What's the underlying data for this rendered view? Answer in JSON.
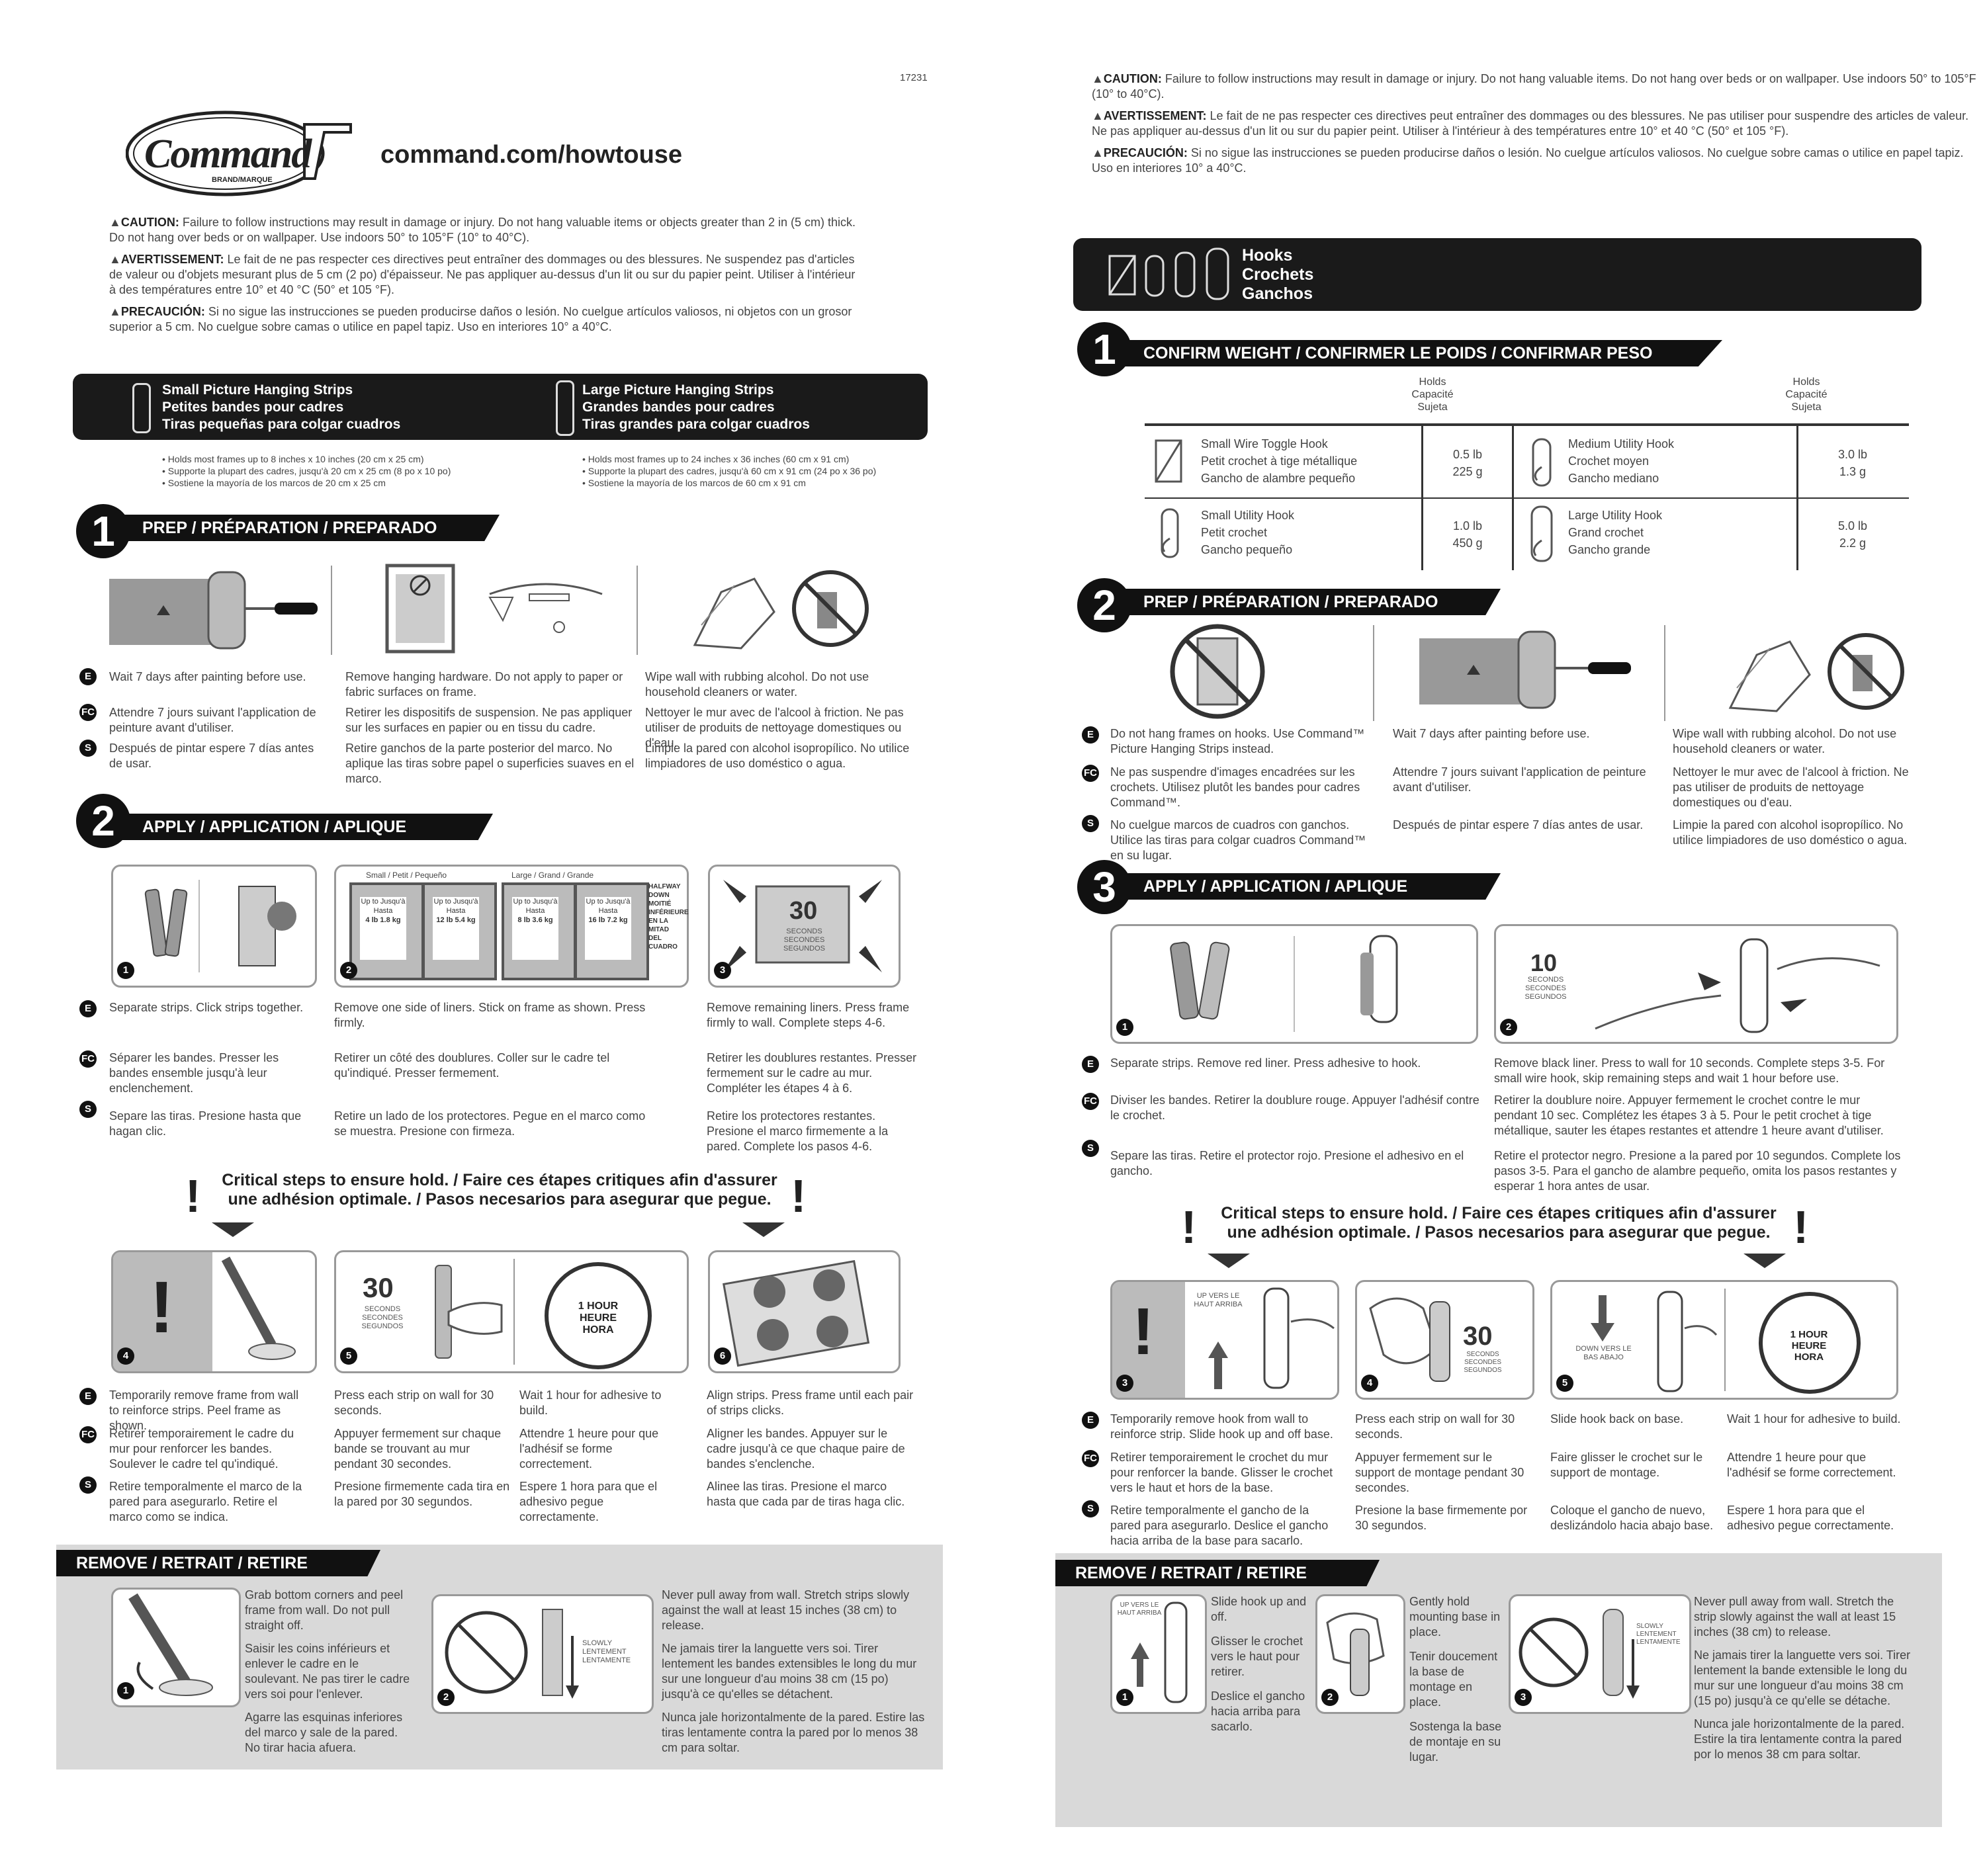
{
  "doc_number": "17231",
  "logo": {
    "brand": "Command",
    "sub": "BRAND/MARQUE"
  },
  "website": "command.com/howtouse",
  "left": {
    "warnings": [
      {
        "label": "CAUTION:",
        "text": "Failure to follow instructions may result in damage or injury. Do not hang valuable items or objects greater than 2 in (5 cm) thick. Do not hang over beds or on wallpaper. Use indoors 50° to 105°F (10° to 40°C)."
      },
      {
        "label": "AVERTISSEMENT:",
        "text": "Le fait de ne pas respecter ces directives peut entraîner des dommages ou des blessures. Ne suspendez pas d'articles de valeur ou d'objets mesurant plus de 5 cm (2 po) d'épaisseur. Ne pas appliquer au-dessus d'un lit ou sur du papier peint. Utiliser à l'intérieur à des températures entre 10° et 40 °C (50° et 105 °F)."
      },
      {
        "label": "PRECAUCIÓN:",
        "text": "Si no sigue las instrucciones se pueden producirse daños o lesión. No cuelgue artículos valiosos, ni objetos con un grosor superior a 5 cm. No cuelgue sobre camas o utilice en papel tapiz. Uso en interiores 10° a 40°C."
      }
    ],
    "strips_bar": {
      "small": [
        "Small Picture Hanging Strips",
        "Petites bandes pour cadres",
        "Tiras pequeñas para colgar cuadros"
      ],
      "large": [
        "Large Picture Hanging Strips",
        "Grandes bandes pour cadres",
        "Tiras grandes para colgar cuadros"
      ]
    },
    "strips_bullets": {
      "small": [
        "Holds most frames up to 8 inches x 10 inches (20 cm x 25 cm)",
        "Supporte la plupart des cadres, jusqu'à 20 cm x 25 cm (8 po x 10 po)",
        "Sostiene la mayoría de los marcos de 20 cm x 25 cm"
      ],
      "large": [
        "Holds most frames up to 24 inches x 36 inches (60 cm x 91 cm)",
        "Supporte la plupart des cadres, jusqu'à 60 cm x 91 cm (24 po x 36 po)",
        "Sostiene la mayoría de los marcos de 60 cm x 91 cm"
      ]
    },
    "step1": {
      "num": "1",
      "title": "PREP / PRÉPARATION / PREPARADO",
      "lang": [
        "E",
        "FC",
        "S"
      ],
      "col1": [
        "Wait 7 days after painting before use.",
        "Attendre 7 jours suivant l'application de peinture avant d'utiliser.",
        "Después de pintar espere 7 días antes de usar."
      ],
      "col2": [
        "Remove hanging hardware. Do not apply to paper or fabric surfaces on frame.",
        "Retirer les dispositifs de suspension. Ne pas appliquer sur les surfaces en papier ou en tissu du cadre.",
        "Retire ganchos de la parte posterior del marco. No aplique las tiras sobre papel o superficies suaves en el marco."
      ],
      "col3": [
        "Wipe wall with rubbing alcohol. Do not use household cleaners or water.",
        "Nettoyer le mur avec de l'alcool à friction. Ne pas utiliser de produits de nettoyage domestiques ou d'eau.",
        "Limpie la pared con alcohol isopropílico. No utilice limpiadores de uso doméstico o agua."
      ]
    },
    "step2": {
      "num": "2",
      "title": "APPLY / APPLICATION / APLIQUE",
      "sizes": [
        "Small / Petit / Pequeño",
        "Large / Grand / Grande"
      ],
      "weight_cards": [
        {
          "label": "Up to Jusqu'à Hasta",
          "value": "4 lb 1.8 kg"
        },
        {
          "label": "Up to Jusqu'à Hasta",
          "value": "12 lb 5.4 kg"
        },
        {
          "label": "Up to Jusqu'à Hasta",
          "value": "8 lb 3.6 kg"
        },
        {
          "label": "Up to Jusqu'à Hasta",
          "value": "16 lb 7.2 kg"
        }
      ],
      "halfway": "HALFWAY DOWN MOITIÉ INFÉRIEURE EN LA MITAD DEL CUADRO",
      "press30": "30",
      "press30_unit": "SECONDS SECONDES SEGUNDOS",
      "col1": [
        "Separate strips. Click strips together.",
        "Séparer les bandes. Presser les bandes ensemble jusqu'à leur enclenchement.",
        "Separe las tiras. Presione hasta que hagan clic."
      ],
      "col2": [
        "Remove one side of liners. Stick on frame as shown. Press firmly.",
        "Retirer un côté des doublures. Coller sur le cadre tel qu'indiqué. Presser fermement.",
        "Retire un lado de los protectores. Pegue en el marco como se muestra. Presione con firmeza."
      ],
      "col3": [
        "Remove remaining liners. Press frame firmly to wall. Complete steps 4-6.",
        "Retirer les doublures restantes. Presser fermement sur le cadre au mur. Compléter les étapes 4 à 6.",
        "Retire los protectores restantes. Presione el marco firmemente a la pared. Complete los pasos 4-6."
      ]
    },
    "critical": [
      "Critical steps to ensure hold. / Faire ces étapes critiques afin d'assurer",
      "une adhésion optimale. / Pasos necesarios para asegurar que pegue."
    ],
    "crit_steps": {
      "hour": "1 HOUR HEURE HORA",
      "col1": [
        "Temporarily remove frame from wall to reinforce strips. Peel frame as shown.",
        "Retirer temporairement le cadre du mur pour renforcer les bandes. Soulever le cadre tel qu'indiqué.",
        "Retire temporalmente el marco de la pared para asegurarlo. Retire el marco como se indica."
      ],
      "col2": [
        "Press each strip on wall for 30 seconds.",
        "Appuyer fermement sur chaque bande se trouvant au mur pendant 30 secondes.",
        "Presione firmemente cada tira en la pared por 30 segundos."
      ],
      "col3": [
        "Wait 1 hour for adhesive to build.",
        "Attendre 1 heure pour que l'adhésif se forme correctement.",
        "Espere 1 hora para que el adhesivo pegue correctamente."
      ],
      "col4": [
        "Align strips. Press frame until each pair of strips clicks.",
        "Aligner les bandes. Appuyer sur le cadre jusqu'à ce que chaque paire de bandes s'enclenche.",
        "Alinee las tiras. Presione el marco hasta que cada par de tiras haga clic."
      ]
    },
    "remove": {
      "title": "REMOVE / RETRAIT / RETIRE",
      "col1": [
        "Grab bottom corners and peel frame from wall. Do not pull straight off.",
        "Saisir les coins inférieurs et enlever le cadre en le soulevant. Ne pas tirer le cadre vers soi pour l'enlever.",
        "Agarre las esquinas inferiores del marco y sale de la pared. No tirar hacia afuera."
      ],
      "slowly": "SLOWLY LENTEMENT LENTAMENTE",
      "col2": [
        "Never pull away from wall. Stretch strips slowly against the wall at least 15 inches (38 cm) to release.",
        "Ne jamais tirer la languette vers soi. Tirer lentement les bandes extensibles le long du mur sur une longueur d'au moins 38 cm (15 po) jusqu'à ce qu'elles se détachent.",
        "Nunca jale horizontalmente de la pared. Estire las tiras lentamente contra la pared por lo menos 38 cm para soltar."
      ]
    }
  },
  "right": {
    "warnings": [
      {
        "label": "CAUTION:",
        "text": "Failure to follow instructions may result in damage or injury. Do not hang valuable items. Do not hang over beds or on wallpaper. Use indoors 50° to 105°F (10° to 40°C)."
      },
      {
        "label": "AVERTISSEMENT:",
        "text": "Le fait de ne pas respecter ces directives peut entraîner des dommages ou des blessures. Ne pas utiliser pour suspendre des articles de valeur. Ne pas appliquer au-dessus d'un lit ou sur du papier peint. Utiliser à l'intérieur à des températures entre 10° et 40 °C (50° et 105 °F)."
      },
      {
        "label": "PRECAUCIÓN:",
        "text": "Si no sigue las instrucciones se pueden producirse daños o lesión. No cuelgue artículos valiosos. No cuelgue sobre camas o utilice en papel tapiz. Uso en interiores 10° a 40°C."
      }
    ],
    "hooks_bar": [
      "Hooks",
      "Crochets",
      "Ganchos"
    ],
    "step1": {
      "num": "1",
      "title": "CONFIRM WEIGHT / CONFIRMER LE POIDS / CONFIRMAR PESO",
      "holds_header": "Holds Capacité Sujeta",
      "rows": [
        {
          "left": {
            "names": [
              "Small Wire Toggle Hook",
              "Petit crochet à tige métallique",
              "Gancho de alambre pequeño"
            ],
            "weight": [
              "0.5 lb",
              "225 g"
            ]
          },
          "right": {
            "names": [
              "Medium Utility Hook",
              "Crochet moyen",
              "Gancho mediano"
            ],
            "weight": [
              "3.0 lb",
              "1.3 g"
            ]
          }
        },
        {
          "left": {
            "names": [
              "Small Utility Hook",
              "Petit crochet",
              "Gancho pequeño"
            ],
            "weight": [
              "1.0 lb",
              "450 g"
            ]
          },
          "right": {
            "names": [
              "Large Utility Hook",
              "Grand crochet",
              "Gancho grande"
            ],
            "weight": [
              "5.0 lb",
              "2.2 g"
            ]
          }
        }
      ]
    },
    "step2": {
      "num": "2",
      "title": "PREP / PRÉPARATION / PREPARADO",
      "col1": [
        "Do not hang frames on hooks. Use Command™ Picture Hanging Strips instead.",
        "Ne pas suspendre d'images encadrées sur les crochets. Utilisez plutôt les bandes pour cadres Command™.",
        "No cuelgue marcos de cuadros con ganchos. Utilice las tiras para colgar cuadros Command™ en su lugar."
      ],
      "col2": [
        "Wait 7 days after painting before use.",
        "Attendre 7 jours suivant l'application de peinture avant d'utiliser.",
        "Después de pintar espere 7 días antes de usar."
      ],
      "col3": [
        "Wipe wall with rubbing alcohol. Do not use household cleaners or water.",
        "Nettoyer le mur avec de l'alcool à friction. Ne pas utiliser de produits de nettoyage domestiques ou d'eau.",
        "Limpie la pared con alcohol isopropílico. No utilice limpiadores de uso doméstico o agua."
      ]
    },
    "step3": {
      "num": "3",
      "title": "APPLY / APPLICATION / APLIQUE",
      "press10": "10",
      "press10_unit": "SECONDS SECONDES SEGUNDOS",
      "col1": [
        "Separate strips. Remove red liner. Press adhesive to hook.",
        "Diviser les bandes. Retirer la doublure rouge. Appuyer l'adhésif contre le crochet.",
        "Separe las tiras. Retire el protector rojo. Presione el adhesivo en el gancho."
      ],
      "col2": [
        "Remove black liner. Press to wall for 10 seconds. Complete steps 3-5. For small wire hook, skip remaining steps and wait 1 hour before use.",
        "Retirer la doublure noire. Appuyer fermement le crochet contre le mur pendant 10 sec. Complétez les étapes 3 à 5. Pour le petit crochet à tige métallique, sauter les étapes restantes et attendre 1 heure avant d'utiliser.",
        "Retire el protector negro. Presione a la pared por 10 segundos. Complete los pasos 3-5. Para el gancho de alambre pequeño, omita los pasos restantes y esperar 1 hora antes de usar."
      ]
    },
    "critical": [
      "Critical steps to ensure hold. / Faire ces étapes critiques afin d'assurer",
      "une adhésion optimale. / Pasos necesarios para asegurar que pegue."
    ],
    "crit_steps": {
      "up": "UP VERS LE HAUT ARRIBA",
      "press30": "30",
      "press30_unit": "SECONDS SECONDES SEGUNDOS",
      "down": "DOWN VERS LE BAS ABAJO",
      "hour": "1 HOUR HEURE HORA",
      "col1": [
        "Temporarily remove hook from wall to reinforce strip. Slide hook up and off base.",
        "Retirer temporairement le crochet du mur pour renforcer la bande. Glisser le crochet vers le haut et hors de la base.",
        "Retire temporalmente el gancho de la pared para asegurarlo. Deslice el gancho hacia arriba de la base para sacarlo."
      ],
      "col2": [
        "Press each strip on wall for 30 seconds.",
        "Appuyer fermement sur le support de montage pendant 30 secondes.",
        "Presione la base firmemente por 30 segundos."
      ],
      "col3": [
        "Slide hook back on base.",
        "Faire glisser le crochet sur le support de montage.",
        "Coloque el gancho de nuevo, deslizándolo hacia abajo base."
      ],
      "col4": [
        "Wait 1 hour for adhesive to build.",
        "Attendre 1 heure pour que l'adhésif se forme correctement.",
        "Espere 1 hora para que el adhesivo pegue correctamente."
      ]
    },
    "remove": {
      "title": "REMOVE / RETRAIT / RETIRE",
      "up": "UP VERS LE HAUT ARRIBA",
      "col1": [
        "Slide hook up and off.",
        "Glisser le crochet vers le haut pour retirer.",
        "Deslice el gancho hacia arriba para sacarlo."
      ],
      "col2": [
        "Gently hold mounting base in place.",
        "Tenir doucement la base de montage en place.",
        "Sostenga la base de montaje en su lugar."
      ],
      "slowly": "SLOWLY LENTEMENT LENTAMENTE",
      "col3": [
        "Never pull away from wall. Stretch the strip slowly against the wall at least 15 inches (38 cm) to release.",
        "Ne jamais tirer la languette vers soi. Tirer lentement la bande extensible le long du mur sur une longueur d'au moins 38 cm (15 po) jusqu'à ce qu'elle se détache.",
        "Nunca jale horizontalmente de la pared. Estire la tira lentamente contra la pared por lo menos 38 cm para soltar."
      ]
    }
  }
}
